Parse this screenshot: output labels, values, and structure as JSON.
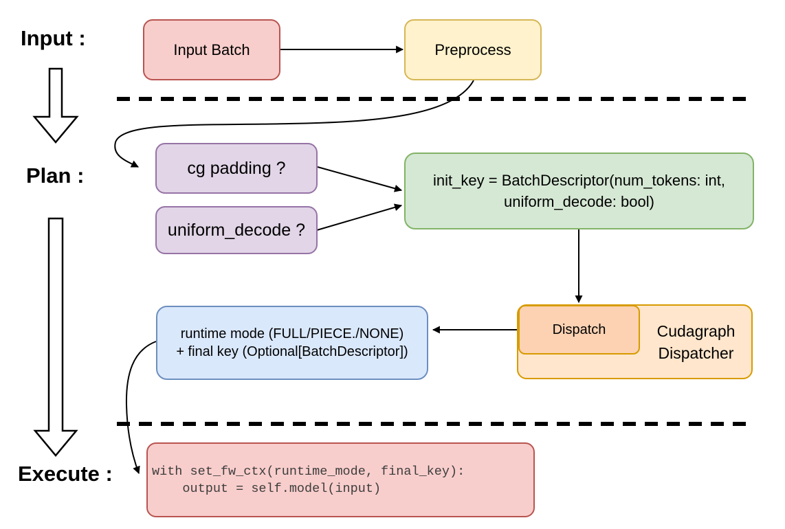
{
  "title": "Cudagraph dispatch flow diagram",
  "sections": {
    "input_label": "Input :",
    "plan_label": "Plan :",
    "execute_label": "Execute :"
  },
  "nodes": {
    "input_batch": {
      "label": "Input Batch"
    },
    "preprocess": {
      "label": "Preprocess"
    },
    "cg_padding": {
      "label": "cg padding ?"
    },
    "uniform_decode": {
      "label": "uniform_decode ?"
    },
    "init_key": {
      "line1": "init_key = BatchDescriptor(num_tokens: int,",
      "line2": "uniform_decode: bool)"
    },
    "runtime_mode": {
      "line1": "runtime mode (FULL/PIECE./NONE)",
      "line2": "+ final key (Optional[BatchDescriptor])"
    },
    "dispatch": {
      "label": "Dispatch"
    },
    "cudagraph_dispatcher": {
      "line1": "Cudagraph",
      "line2": "Dispatcher"
    },
    "execute_code": {
      "line1": "with set_fw_ctx(runtime_mode, final_key):",
      "line2": "    output = self.model(input)"
    }
  },
  "edges": [
    {
      "from": "input_batch",
      "to": "preprocess"
    },
    {
      "from": "preprocess",
      "to": "cg_padding"
    },
    {
      "from": "cg_padding",
      "to": "init_key"
    },
    {
      "from": "uniform_decode",
      "to": "init_key"
    },
    {
      "from": "init_key",
      "to": "dispatch"
    },
    {
      "from": "dispatch",
      "to": "runtime_mode"
    },
    {
      "from": "runtime_mode",
      "to": "execute_code"
    }
  ],
  "colors": {
    "pink_fill": "#f8cecc",
    "pink_stroke": "#b85450",
    "yellow_fill": "#fff2cc",
    "yellow_stroke": "#d6b656",
    "purple_fill": "#e1d5e7",
    "purple_stroke": "#9673a6",
    "green_fill": "#d5e8d4",
    "green_stroke": "#82b366",
    "blue_fill": "#dae8fc",
    "blue_stroke": "#6c8ebf",
    "orange_fill": "#ffe6cc",
    "orange_stroke": "#d79b00",
    "dispatch_fill": "#fcd2b3",
    "edge_color": "#000000",
    "code_text": "#3d3d3d"
  }
}
